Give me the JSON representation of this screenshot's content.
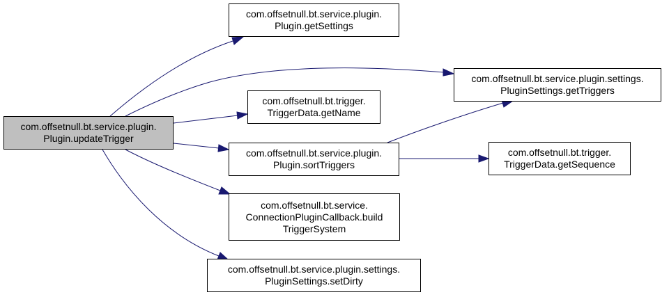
{
  "graph": {
    "edge_color": "#191970",
    "root_fill": "#bfbfbf",
    "nodes": {
      "root": {
        "line1": "com.offsetnull.bt.service.plugin.",
        "line2": "Plugin.updateTrigger"
      },
      "get_settings": {
        "line1": "com.offsetnull.bt.service.plugin.",
        "line2": "Plugin.getSettings"
      },
      "get_triggers": {
        "line1": "com.offsetnull.bt.service.plugin.settings.",
        "line2": "PluginSettings.getTriggers"
      },
      "get_name": {
        "line1": "com.offsetnull.bt.trigger.",
        "line2": "TriggerData.getName"
      },
      "sort_triggers": {
        "line1": "com.offsetnull.bt.service.plugin.",
        "line2": "Plugin.sortTriggers"
      },
      "get_sequence": {
        "line1": "com.offsetnull.bt.trigger.",
        "line2": "TriggerData.getSequence"
      },
      "build_trigger": {
        "line1": "com.offsetnull.bt.service.",
        "line2": "ConnectionPluginCallback.build",
        "line3": "TriggerSystem"
      },
      "set_dirty": {
        "line1": "com.offsetnull.bt.service.plugin.settings.",
        "line2": "PluginSettings.setDirty"
      }
    },
    "edges": [
      {
        "from": "root",
        "to": "get_settings"
      },
      {
        "from": "root",
        "to": "get_triggers"
      },
      {
        "from": "root",
        "to": "get_name"
      },
      {
        "from": "root",
        "to": "sort_triggers"
      },
      {
        "from": "root",
        "to": "build_trigger"
      },
      {
        "from": "root",
        "to": "set_dirty"
      },
      {
        "from": "sort_triggers",
        "to": "get_triggers"
      },
      {
        "from": "sort_triggers",
        "to": "get_sequence"
      }
    ]
  }
}
